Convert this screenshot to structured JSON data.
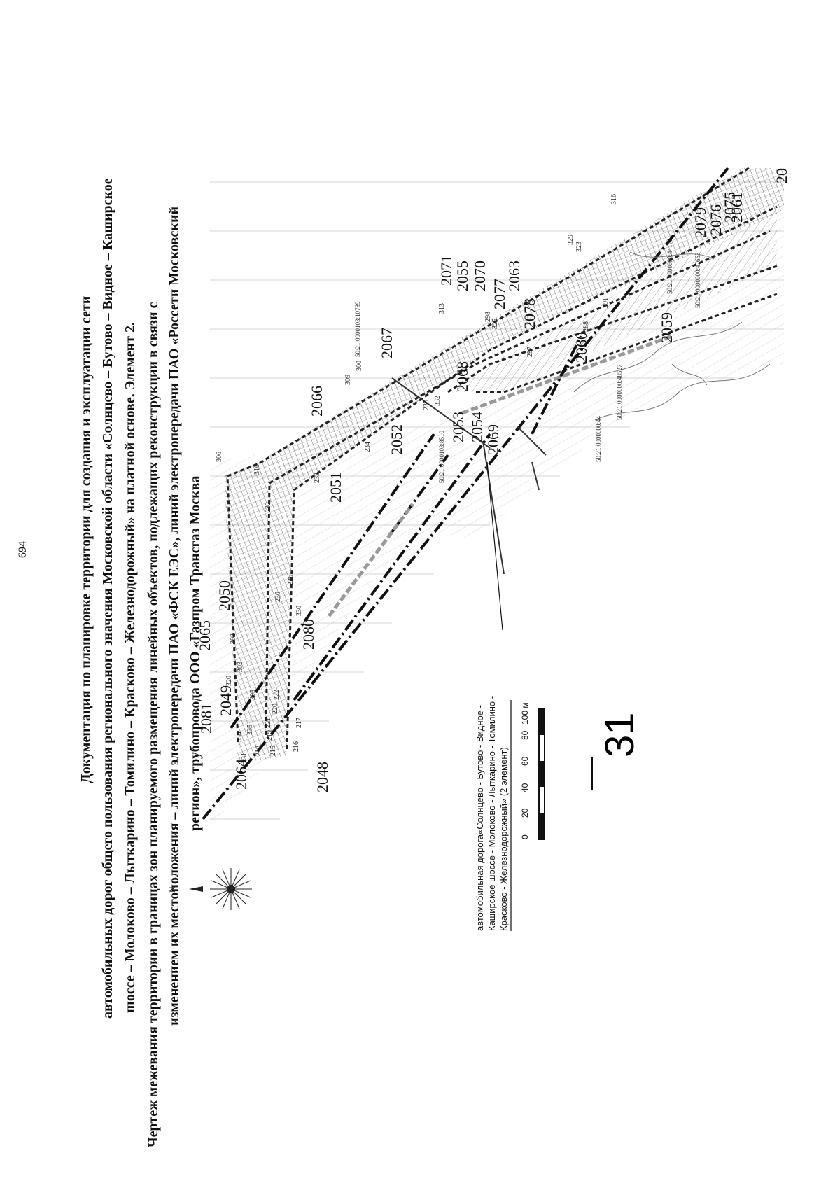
{
  "page_number": "694",
  "title_lines": [
    "Документация по планировке территории для создания и эксплуатации сети",
    "автомобильных дорог общего пользования регионального значения Московской области «Солнцево – Бутово – Видное – Каширское",
    "шоссе – Молоково – Лыткарино – Томилино – Красково – Железнодорожный» на платной основе. Элемент 2.",
    "Чертеж межевания территории в границах зон планируемого размещения линейных объектов, подлежащих реконструкции в связи с",
    "изменением их местоположения – линий электропередачи ПАО «ФСК ЕЭС», линий электропередачи ПАО «Россети Московский",
    "регион», трубопровода ООО «Газпром Трансгаз Москва"
  ],
  "north_label": "N",
  "road_label_lines": [
    "автомобильная дорога«Солнцево - Бутово - Видное -",
    "Каширское шоссе - Молоково - Лыткарино - Томилино -",
    "Красково - Железнодорожный» (2 элемент)"
  ],
  "scale": {
    "ticks": [
      "0",
      "20",
      "40",
      "60",
      "80",
      "100 м"
    ]
  },
  "sheet_number": "31",
  "zone_labels": [
    "2048",
    "2049",
    "2050",
    "2051",
    "2052",
    "2053",
    "2054",
    "2055",
    "2059",
    "2060",
    "2061",
    "2063",
    "2064",
    "2065",
    "2066",
    "2067",
    "2068",
    "2069",
    "2070",
    "2071",
    "2075",
    "2076",
    "2077",
    "2078",
    "2079",
    "2080",
    "2081",
    "20"
  ],
  "point_labels": [
    "215",
    "216",
    "217",
    "218",
    "219",
    "220",
    "221",
    "222",
    "226",
    "230",
    "232",
    "233",
    "234",
    "235",
    "288",
    "291",
    "297",
    "298",
    "300",
    "302",
    "303",
    "305",
    "306",
    "309",
    "310",
    "313",
    "316",
    "320",
    "323",
    "325",
    "329",
    "330",
    "331",
    "332",
    "334",
    "335"
  ],
  "cadastral_labels": [
    "50:21:0000103:10789",
    "50:21:0000103:8510",
    "50:21:0000000:48527",
    "50:21:0000000:47653",
    "50:21:0000000:44176",
    "50:21:0000000:44"
  ]
}
